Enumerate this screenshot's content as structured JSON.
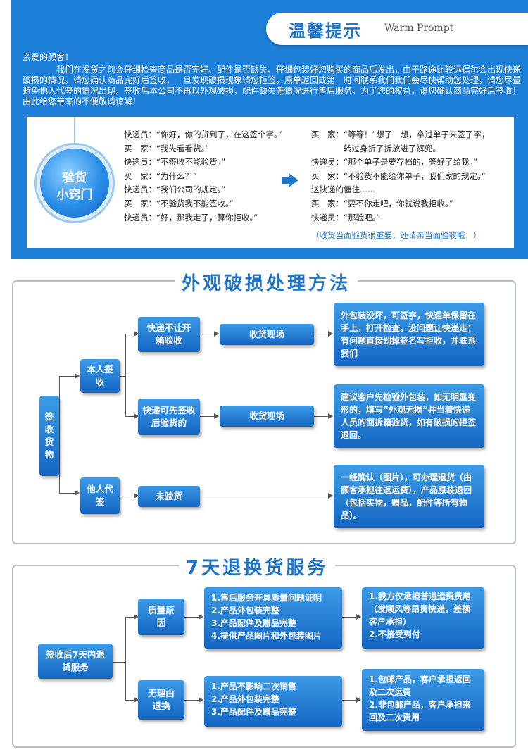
{
  "prompt": {
    "title": "温馨提示",
    "subtitle": "Warm Prompt",
    "greeting": "亲爱的顾客！",
    "notice": "我们在发货之前会仔细检查商品是否完好、配件是否缺失、仔细包装好您购买的商品后发出，由于路途比较远偶尔会出现快递破损的情况，请您确认商品完好后签收，一旦发现破损现象请您拒签，原单返回或第一时间联系我们我们会尽快帮助您处理，请您尽量避免他人代签的情况出现，签收后本公司不再以外观破损，配件缺失等情况进行售后服务，为了您的权益，请您确认商品完好后签收！由此给您带来的不便敬请谅解！",
    "badge_line1": "验货",
    "badge_line2": "小窍门",
    "dialog_left": [
      "快递员：“你好，你的货到了，在这签个字。”",
      "买　家：“我先看看货。”",
      "快递员：“不签收不能验货。”",
      "买　家：“为什么？”",
      "快递员：“我们公司的规定。”",
      "买　家：“不验货我不能签收。”",
      "快递员：“好，那我走了，算你拒收。”"
    ],
    "dialog_right": [
      "买　家：“等等！”想了一想，拿过单子来签了字，",
      "　　　　转过身折了拆放进了裤兜。",
      "快递员：“那个单子是要存档的，签好了给我。”",
      "买　家：“不验货不能给你单子，我们家的规定。”",
      "送快递的僵住......",
      "买　家：“要不你走吧，你就说我拒收。”",
      "快递员：“那验吧。”"
    ],
    "tip": "（收货当面验货很重要，还请亲当面验收哦！）"
  },
  "damage": {
    "title": "外观破损处理方法",
    "root": "签收货物",
    "self": "本人签收",
    "other": "他人代签",
    "no_open": "快递不让开箱验收",
    "sign_first": "快递可先签收后验货的",
    "not_checked": "未验货",
    "site1": "收货现场",
    "site2": "收货现场",
    "result1": "外包装没坏，可签字，快递单保留在手上，打开检查，没问题让快递走；有问题直接划掉签名写拒收，并联系我们",
    "result2": "建议客户先检验外包装，如无明显变形的，填写“外观无损”并当着快递人员的面拆箱验货，如有破损的拒签退回。",
    "result3": "一经确认（图片），可办理退货（由顾客承担往返运费），产品原装退回（包括实物，赠品，配件等所有物品）。"
  },
  "returns": {
    "title": "7天退换货服务",
    "root": "签收后7天内退货服务",
    "quality": "质量原因",
    "noreason": "无理由退换",
    "quality_req": [
      "1.售后服务开具质量问题证明",
      "2.产品外包装完整",
      "3.产品配件及赠品完整",
      "4.提供产品图片和外包装图片"
    ],
    "quality_res": [
      "1.我方仅承担普通运费费用（发顺风等昂贵快递，差额客户承担）",
      "2.不接受到付"
    ],
    "noreason_req": [
      "1.产品不影响二次销售",
      "2.产品外包装完整",
      "3.产品配件及赠品完整"
    ],
    "noreason_res": [
      "1.包邮产品，客户承担返回及二次运费",
      "2.非包邮产品，客户承担来回及二次费用"
    ]
  }
}
